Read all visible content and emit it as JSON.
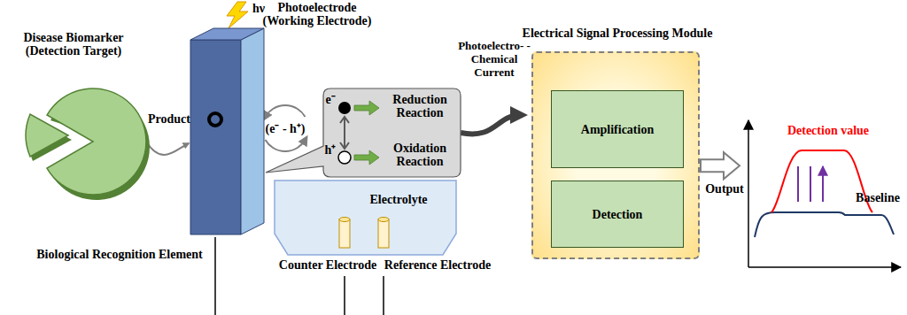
{
  "diagram": {
    "nodes": [
      {
        "text": [
          "Disease Biomarker (Detection Target)"
        ]
      },
      {
        "text": [
          "Biological Recognition Element"
        ]
      },
      {
        "text": [
          "Photoelectrode (Working Electrode)"
        ]
      },
      {
        "text": [
          "e⁻",
          "Reduction Reaction",
          "h⁺",
          "Oxidation Reaction"
        ]
      },
      {
        "text": [
          "Electrolyte"
        ]
      },
      {
        "text": [
          "Electrical Signal Processing Module"
        ]
      },
      {
        "text": [
          "Amplification"
        ],
        "in": 5
      },
      {
        "text": [
          "Detection"
        ],
        "in": 5
      },
      {
        "text": [
          "Detection value",
          "Baseline"
        ]
      }
    ],
    "edges": [
      {
        "from": 1,
        "to": 2,
        "label": "Product",
        "arrow": "to"
      },
      {
        "from": 3,
        "to": 5,
        "label": "Photoelectro- -Chemical Current",
        "arrow": "to"
      },
      {
        "from": 5,
        "to": 8,
        "label": "Output",
        "arrow": "to"
      }
    ],
    "labels": [
      "hν",
      "(e⁻ - h⁺)",
      "Counter Electrode",
      "Reference Electrode"
    ]
  }
}
